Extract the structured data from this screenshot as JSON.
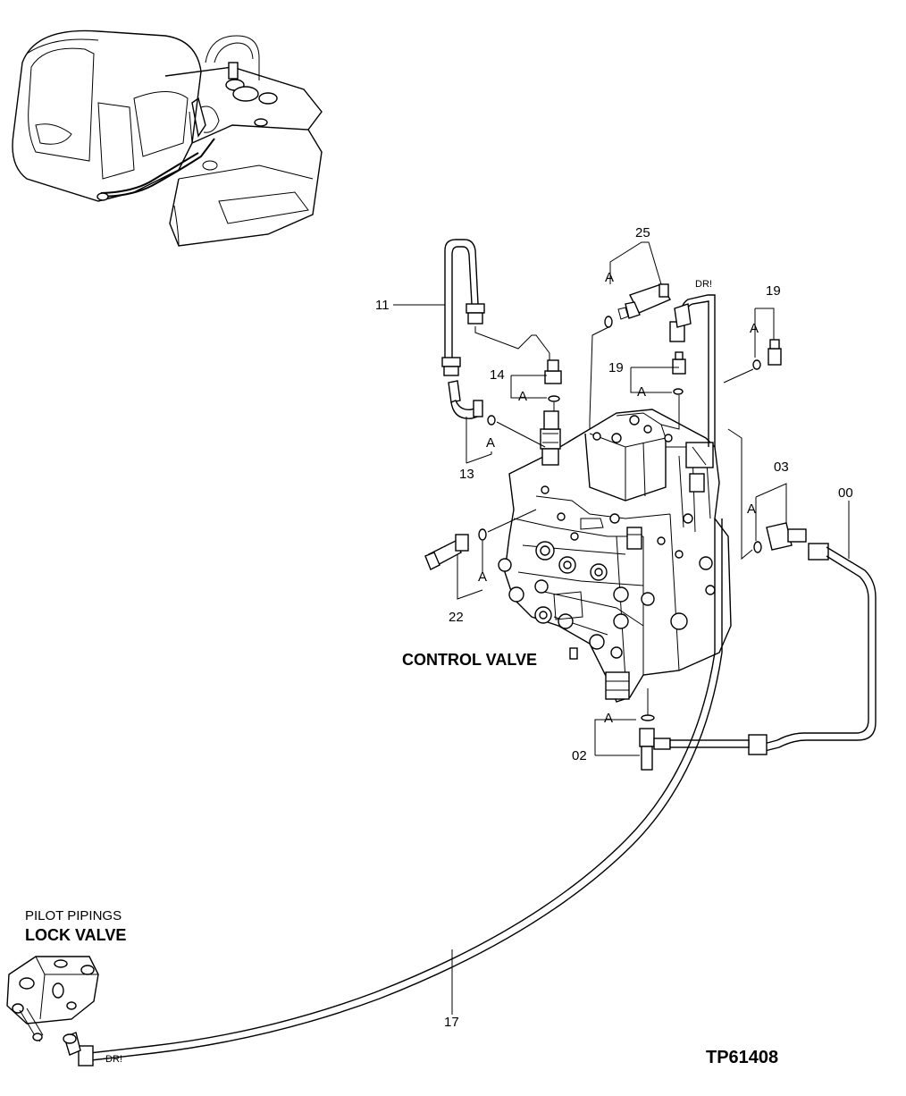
{
  "diagram": {
    "reference_code": "TP61408",
    "assembly_labels": {
      "control_valve": "CONTROL VALVE",
      "pilot_pipings": "PILOT  PIPINGS",
      "lock_valve": "LOCK VALVE"
    },
    "drain_marker": "DR!",
    "oring_marker": "A",
    "callouts": [
      "11",
      "25",
      "19",
      "14",
      "19",
      "13",
      "03",
      "00",
      "22",
      "02",
      "17"
    ]
  }
}
